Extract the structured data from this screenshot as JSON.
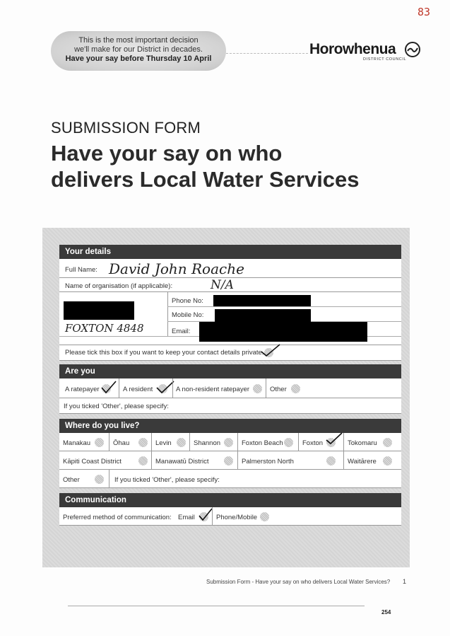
{
  "page_number": "83",
  "banner": {
    "line1": "This is the most important decision",
    "line2": "we'll make for our District in decades.",
    "line3": "Have your say before Thursday 10 April"
  },
  "logo": {
    "name": "Horowhenua",
    "sub": "DISTRICT COUNCIL"
  },
  "title_small": "SUBMISSION FORM",
  "title_line1": "Have your say on who",
  "title_line2": "delivers Local Water Services",
  "your_details": {
    "heading": "Your details",
    "full_name_label": "Full Name:",
    "full_name_value": "David John Roache",
    "org_label": "Name of organisation (if applicable):",
    "org_value": "N/A",
    "phone_label": "Phone No:",
    "mobile_label": "Mobile No:",
    "email_label": "Email:",
    "address_value": "FOXTON 4848",
    "private_label": "Please tick this box if you want to keep your contact details private."
  },
  "are_you": {
    "heading": "Are you",
    "options": [
      "A ratepayer",
      "A resident",
      "A non-resident ratepayer",
      "Other"
    ],
    "specify_label": "If you ticked 'Other', please specify:"
  },
  "where": {
    "heading": "Where do you live?",
    "row1": [
      "Manakau",
      "Ōhau",
      "Levin",
      "Shannon",
      "Foxton Beach",
      "Foxton",
      "Tokomaru"
    ],
    "row2": [
      "Kāpiti Coast District",
      "Manawatū District",
      "Palmerston North",
      "Waitārere"
    ],
    "other_label": "Other",
    "specify_label": "If you ticked 'Other', please specify:"
  },
  "communication": {
    "heading": "Communication",
    "pref_label": "Preferred method of communication:",
    "options": [
      "Email",
      "Phone/Mobile"
    ]
  },
  "footer": {
    "text": "Submission Form - Have your say on who delivers Local Water Services?",
    "page": "1"
  },
  "bottom_page": "254"
}
